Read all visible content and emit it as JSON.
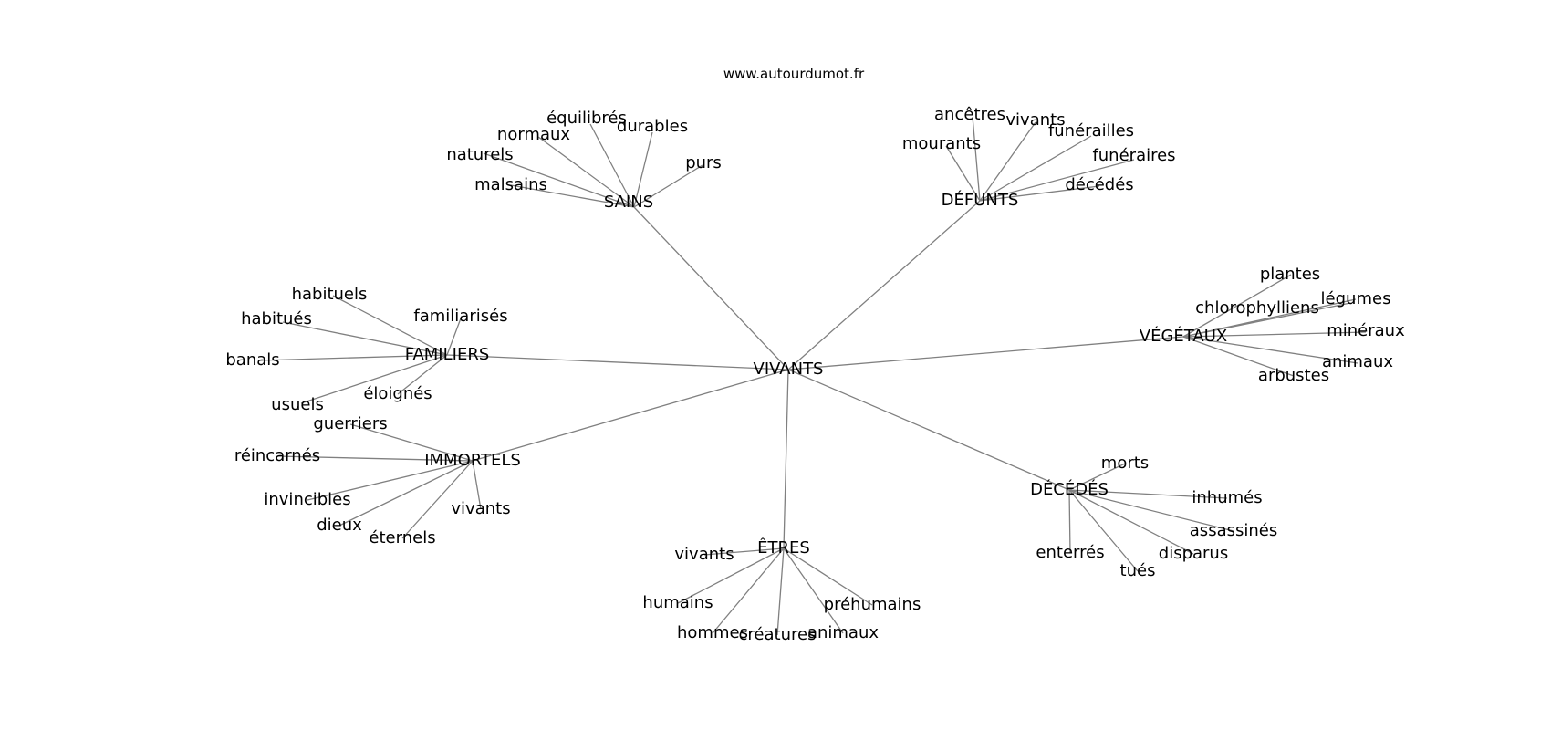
{
  "source": "www.autourdumot.fr",
  "center": "VIVANTS",
  "groups": [
    {
      "label": "SAINS",
      "leaves": [
        "purs",
        "durables",
        "équilibrés",
        "normaux",
        "naturels",
        "malsains"
      ]
    },
    {
      "label": "DÉFUNTS",
      "leaves": [
        "ancêtres",
        "vivants",
        "funérailles",
        "funéraires",
        "décédés",
        "mourants"
      ]
    },
    {
      "label": "VÉGÉTAUX",
      "leaves": [
        "plantes",
        "chlorophylliens",
        "légumes",
        "minéraux",
        "animaux",
        "arbustes"
      ]
    },
    {
      "label": "FAMILIERS",
      "leaves": [
        "habituels",
        "habitués",
        "familiarisés",
        "banals",
        "éloignés",
        "usuels"
      ]
    },
    {
      "label": "IMMORTELS",
      "leaves": [
        "guerriers",
        "réincarnés",
        "invincibles",
        "dieux",
        "éternels",
        "vivants"
      ]
    },
    {
      "label": "DÉCÉDÉS",
      "leaves": [
        "morts",
        "inhumés",
        "assassinés",
        "disparus",
        "tués",
        "enterrés"
      ]
    },
    {
      "label": "ÊTRES",
      "leaves": [
        "vivants",
        "humains",
        "hommes",
        "créatures",
        "animaux",
        "préhumains"
      ]
    }
  ]
}
